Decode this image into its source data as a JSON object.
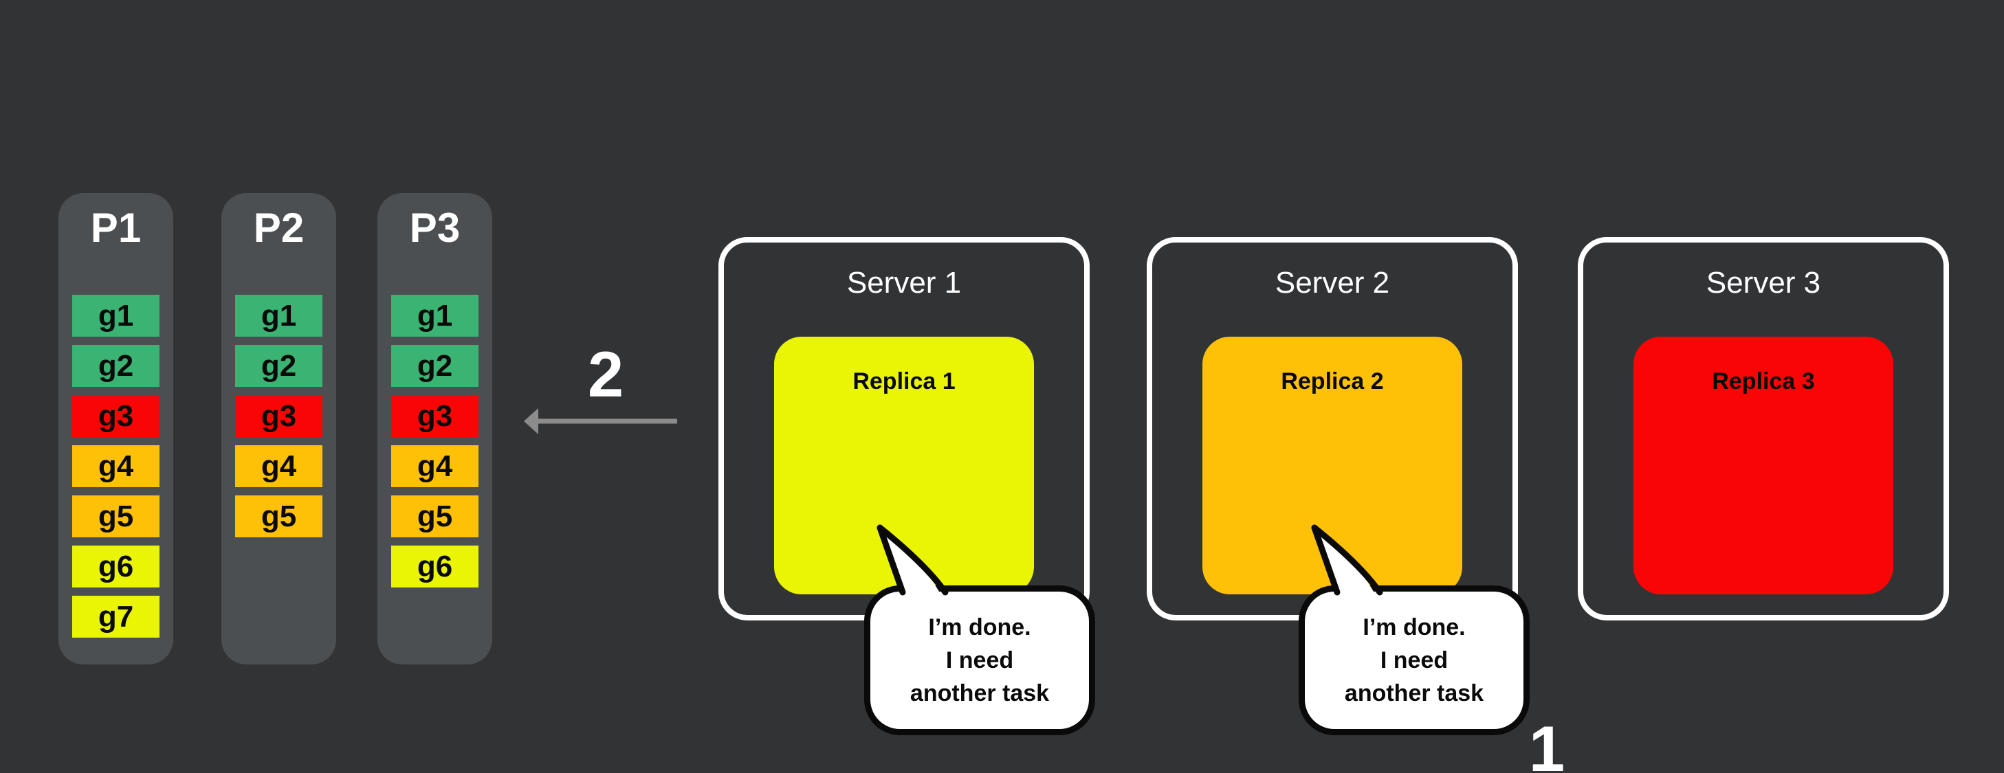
{
  "scene": {
    "bg": "#323335",
    "arrow_label": "2",
    "step_label": "1"
  },
  "colors": {
    "green": "#3ab373",
    "red": "#fa0505",
    "orange": "#ffc107",
    "yellow": "#eaf506",
    "column_bg": "#4c4f52",
    "arrow_gray": "#8c8c8c",
    "white": "#ffffff",
    "black": "#0a0a0a"
  },
  "partitions": [
    {
      "label": "P1",
      "tasks": [
        {
          "label": "g1",
          "color": "green"
        },
        {
          "label": "g2",
          "color": "green"
        },
        {
          "label": "g3",
          "color": "red"
        },
        {
          "label": "g4",
          "color": "orange"
        },
        {
          "label": "g5",
          "color": "orange"
        },
        {
          "label": "g6",
          "color": "yellow"
        },
        {
          "label": "g7",
          "color": "yellow"
        }
      ]
    },
    {
      "label": "P2",
      "tasks": [
        {
          "label": "g1",
          "color": "green"
        },
        {
          "label": "g2",
          "color": "green"
        },
        {
          "label": "g3",
          "color": "red"
        },
        {
          "label": "g4",
          "color": "orange"
        },
        {
          "label": "g5",
          "color": "orange"
        }
      ]
    },
    {
      "label": "P3",
      "tasks": [
        {
          "label": "g1",
          "color": "green"
        },
        {
          "label": "g2",
          "color": "green"
        },
        {
          "label": "g3",
          "color": "red"
        },
        {
          "label": "g4",
          "color": "orange"
        },
        {
          "label": "g5",
          "color": "orange"
        },
        {
          "label": "g6",
          "color": "yellow"
        }
      ]
    }
  ],
  "servers": [
    {
      "label": "Server 1",
      "replica": {
        "label": "Replica 1",
        "color": "yellow"
      },
      "speech_bubble": true
    },
    {
      "label": "Server 2",
      "replica": {
        "label": "Replica 2",
        "color": "orange"
      },
      "speech_bubble": true
    },
    {
      "label": "Server 3",
      "replica": {
        "label": "Replica 3",
        "color": "red"
      },
      "speech_bubble": false
    }
  ],
  "speech_bubble": {
    "lines": [
      "I’m done.",
      "I need",
      "another task"
    ]
  }
}
